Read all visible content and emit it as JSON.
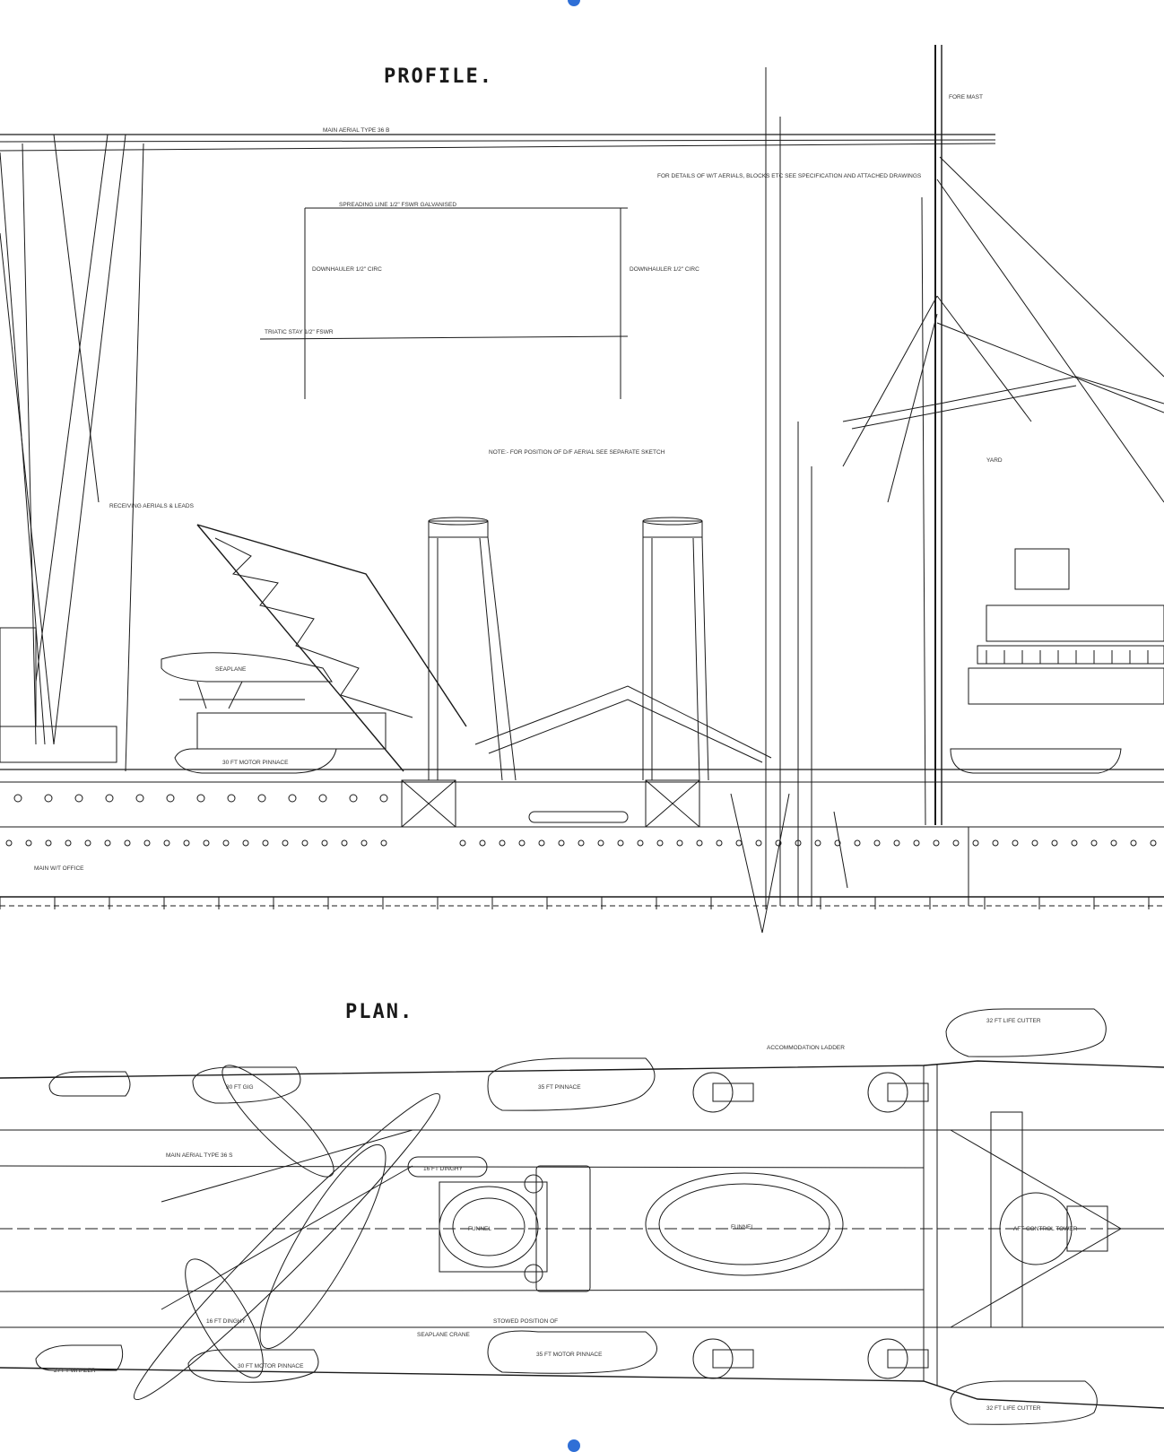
{
  "drawing": {
    "profile_title": "PROFILE.",
    "plan_title": "PLAN.",
    "line_color": "#1a1a1a",
    "paper_color": "#ffffff",
    "handle_color": "#2f6fd6"
  },
  "profile_notes": {
    "main_aerial": "MAIN AERIAL TYPE 36 B",
    "spreader_line": "SPREADING LINE 1/2\" FSWR GALVANISED",
    "downhauler_1": "DOWNHAULER 1/2\" CIRC",
    "downhauler_2": "DOWNHAULER 1/2\" CIRC",
    "triatic_stay": "TRIATIC STAY 1/2\" FSWR",
    "wt_note": "FOR DETAILS OF W/T AERIALS, BLOCKS ETC SEE SPECIFICATION AND ATTACHED DRAWINGS",
    "df_note": "NOTE:- FOR POSITION OF D/F AERIAL SEE SEPARATE SKETCH",
    "receiving_aerials": "RECEIVING AERIALS & LEADS",
    "motor_pinnace": "30 FT MOTOR PINNACE",
    "seaplane": "SEAPLANE",
    "main_wt_office": "MAIN W/T OFFICE",
    "mast_label": "FORE MAST",
    "yard_label": "YARD"
  },
  "plan_notes": {
    "main_aerial": "MAIN AERIAL TYPE 36 S",
    "funnel_1": "FUNNEL",
    "funnel_2": "FUNNEL",
    "pinnace": "35 FT PINNACE",
    "motor_pinnace_1": "30 FT MOTOR PINNACE",
    "motor_pinnace_2": "35 FT MOTOR PINNACE",
    "gig": "30 FT GIG",
    "whaler": "27 FT WHALER",
    "dinghy_1": "16 FT DINGHY",
    "dinghy_2": "16 FT DINGHY",
    "life_cutter_1": "32 FT LIFE CUTTER",
    "life_cutter_2": "32 FT LIFE CUTTER",
    "control_tower": "AFT CONTROL TOWER",
    "seaplane_crane": "SEAPLANE CRANE",
    "accommodation_ladder": "ACCOMMODATION LADDER",
    "stowed_position": "STOWED POSITION OF"
  }
}
